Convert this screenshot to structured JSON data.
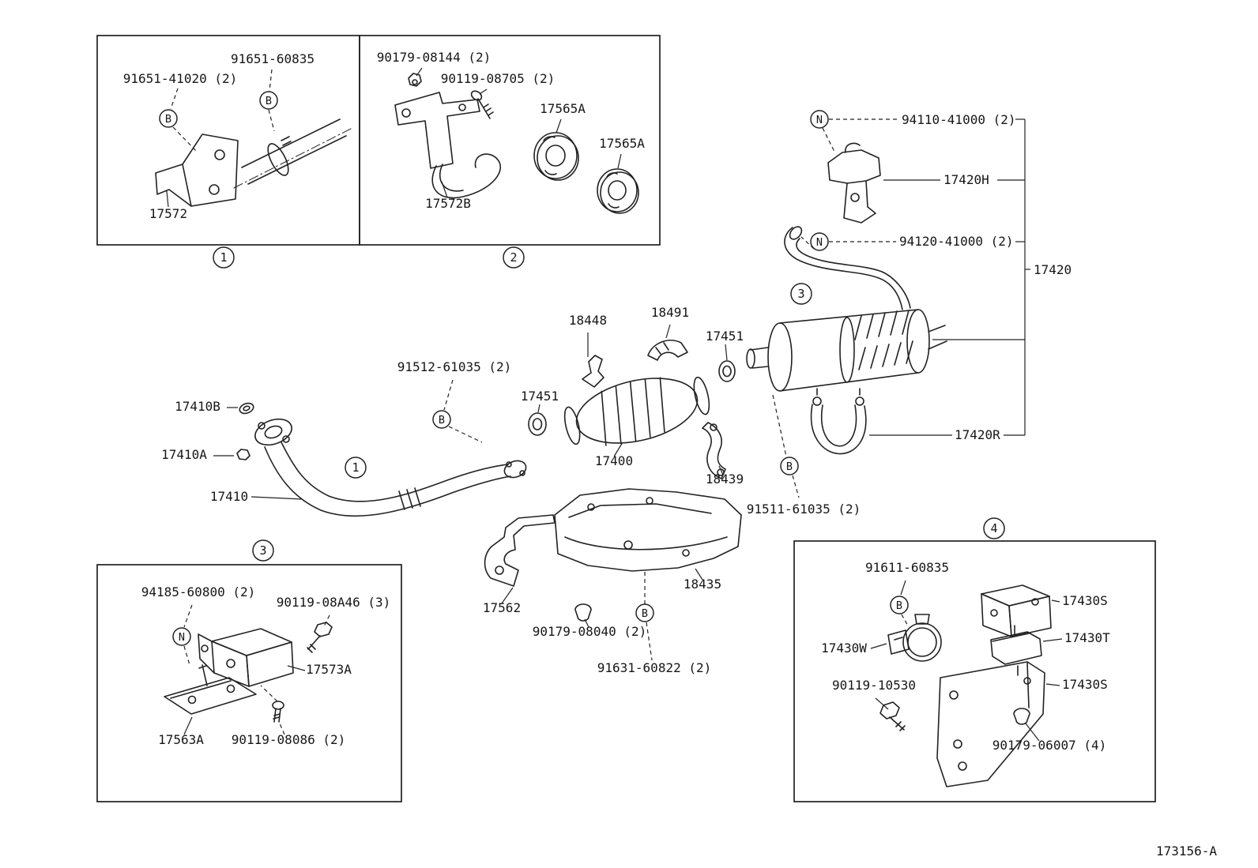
{
  "page": {
    "footer_code": "173156-A",
    "background": "#ffffff",
    "line_color": "#222222"
  },
  "symbols": {
    "B": "B",
    "N": "N"
  },
  "callouts": {
    "c1": "1",
    "c2": "2",
    "c3": "3",
    "c4": "4"
  },
  "labels": [
    "91651-41020 (2)",
    "91651-60835",
    "17572",
    "90179-08144 (2)",
    "90119-08705 (2)",
    "17565A",
    "17565A",
    "17572B",
    "94110-41000 (2)",
    "17420H",
    "94120-41000 (2)",
    "17420",
    "18448",
    "18491",
    "17451",
    "91512-61035 (2)",
    "17451",
    "17410B",
    "17410A",
    "17410",
    "17400",
    "18439",
    "91511-61035 (2)",
    "17420R",
    "18435",
    "17562",
    "90179-08040 (2)",
    "91631-60822 (2)",
    "94185-60800 (2)",
    "90119-08A46 (3)",
    "17573A",
    "17563A",
    "90119-08086 (2)",
    "91611-60835",
    "17430S",
    "17430W",
    "17430T",
    "90119-10530",
    "17430S",
    "90179-06007 (4)"
  ]
}
